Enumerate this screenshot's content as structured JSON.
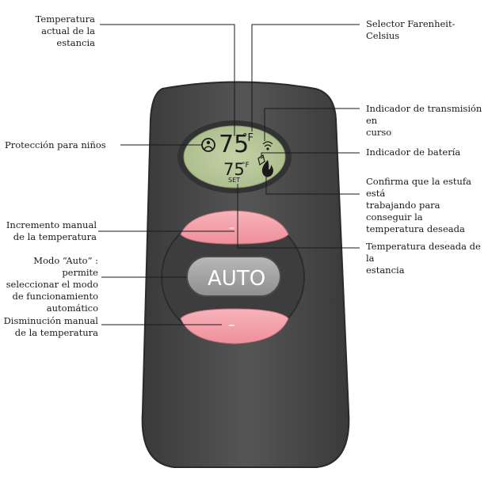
{
  "remote": {
    "display": {
      "room_temp": "75",
      "room_unit": "°F",
      "set_temp": "75",
      "set_unit": "°F",
      "set_label": "SET"
    },
    "buttons": {
      "up_label": "–",
      "auto_label": "AUTO",
      "down_label": "–"
    }
  },
  "labels": {
    "room_temp": [
      "Temperatura",
      "actual de la",
      "estancia"
    ],
    "child_lock": [
      "Protección para niños"
    ],
    "manual_up": [
      "Incremento manual",
      "de la temperatura"
    ],
    "auto_mode": [
      "Modo “Auto” : permite",
      "seleccionar el modo",
      "de funcionamiento",
      "automático"
    ],
    "manual_down": [
      "Disminución manual",
      "de la temperatura"
    ],
    "f_c_selector": [
      "Selector Farenheit-Celsius"
    ],
    "transmission": [
      "Indicador de transmisión en",
      "curso"
    ],
    "battery": [
      "Indicador de batería"
    ],
    "heating_confirm": [
      "Confirma que la estufa está",
      "trabajando para conseguir la",
      "temperatura deseada"
    ],
    "set_temp": [
      "Temperatura deseada de la",
      "estancia"
    ]
  },
  "colors": {
    "body": "#4a4a4a",
    "body_edge": "#2e2e2e",
    "lcd": "#b7c79a",
    "button_pink": "#f4a3ad",
    "auto_gray": "#a9a9a9"
  }
}
